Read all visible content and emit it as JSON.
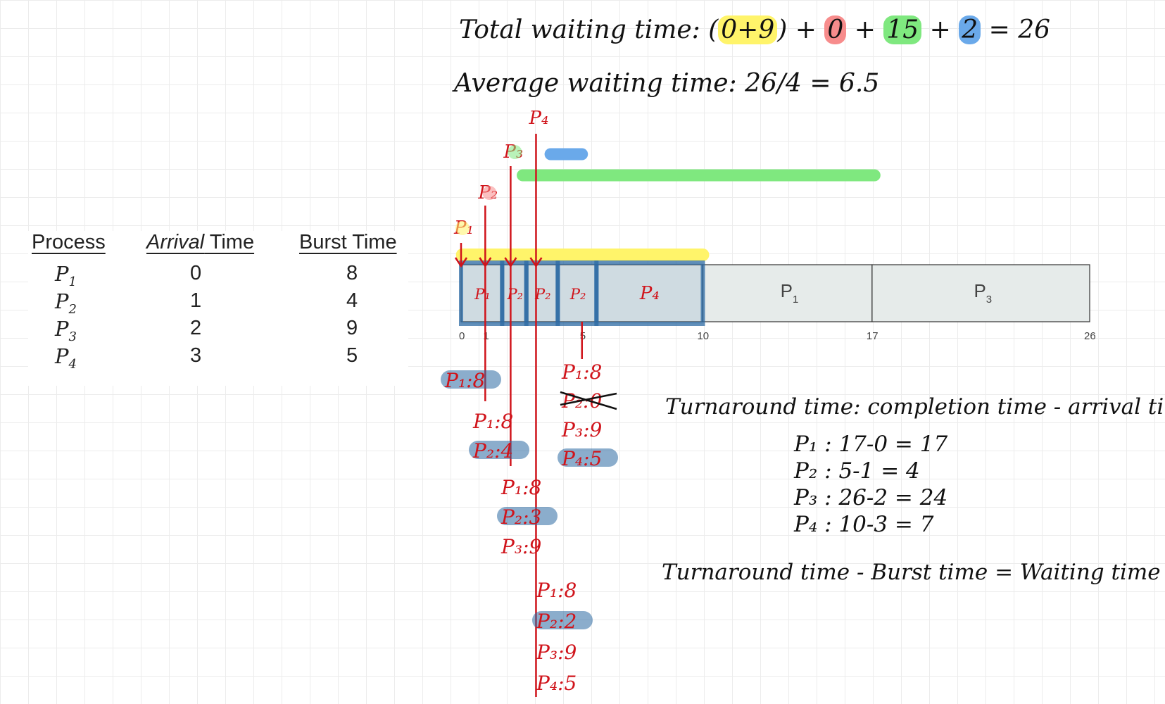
{
  "colors": {
    "yellow": "#fff46a",
    "red_hl": "#f78c8c",
    "green": "#7fe87f",
    "blue": "#6aa9ea",
    "annotation_red": "#d0141b",
    "gantt_fill": "#e6ebea",
    "overlay_blue": "#2c6aa3"
  },
  "summary": {
    "total_label": "Total waiting time:",
    "total_open": "(",
    "total_p1": "0+9",
    "total_close": ")",
    "plus1": "+",
    "total_p2": "0",
    "plus2": "+",
    "total_p3": "15",
    "plus3": "+",
    "total_p4": "2",
    "total_result": "= 26",
    "average": "Average waiting time: 26/4 = 6.5"
  },
  "table": {
    "headers": {
      "process": "Process",
      "arrival_em": "Arrival",
      "arrival_rest": " Time",
      "burst": "Burst Time"
    },
    "rows": [
      {
        "p": "P",
        "sub": "1",
        "arrival": "0",
        "burst": "8"
      },
      {
        "p": "P",
        "sub": "2",
        "arrival": "1",
        "burst": "4"
      },
      {
        "p": "P",
        "sub": "3",
        "arrival": "2",
        "burst": "9"
      },
      {
        "p": "P",
        "sub": "4",
        "arrival": "3",
        "burst": "5"
      }
    ]
  },
  "gantt": {
    "segments": [
      {
        "label": "P",
        "sub": "1",
        "start": 0,
        "end": 10
      },
      {
        "label": "P",
        "sub": "1",
        "start": 10,
        "end": 17
      },
      {
        "label": "P",
        "sub": "3",
        "start": 17,
        "end": 26
      }
    ],
    "ticks": [
      "0",
      "1",
      "5",
      "10",
      "17",
      "26"
    ],
    "tick_values": [
      0,
      1,
      5,
      10,
      17,
      26
    ]
  },
  "overlay_segments": [
    {
      "label": "P₁",
      "start": 0,
      "end": 1.7
    },
    {
      "label": "P₂",
      "start": 1.7,
      "end": 2.7
    },
    {
      "label": "P₂",
      "start": 2.7,
      "end": 4
    },
    {
      "label": "P₂",
      "start": 4,
      "end": 5.6
    },
    {
      "label": "P₄",
      "start": 5.6,
      "end": 10
    }
  ],
  "arrivals": [
    {
      "label": "P₁",
      "time": 0
    },
    {
      "label": "P₂",
      "time": 1
    },
    {
      "label": "P₃",
      "time": 2
    },
    {
      "label": "P₄",
      "time": 3
    }
  ],
  "queues": {
    "t0": [
      "P₁:8"
    ],
    "t1": [
      "P₁:8",
      "P₂:4"
    ],
    "t2": [
      "P₁:8",
      "P₂:3",
      "P₃:9"
    ],
    "t3": [
      "P₁:8",
      "P₂:2",
      "P₃:9",
      "P₄:5"
    ],
    "t5": [
      "P₁:8",
      "P₂:0",
      "P₃:9",
      "P₄:5"
    ]
  },
  "turnaround": {
    "title": "Turnaround time: completion time - arrival time",
    "rows": [
      "P₁ : 17-0 = 17",
      "P₂ : 5-1 = 4",
      "P₃ : 26-2 = 24",
      "P₄ : 10-3 = 7"
    ],
    "formula": "Turnaround time - Burst time = Waiting time"
  }
}
